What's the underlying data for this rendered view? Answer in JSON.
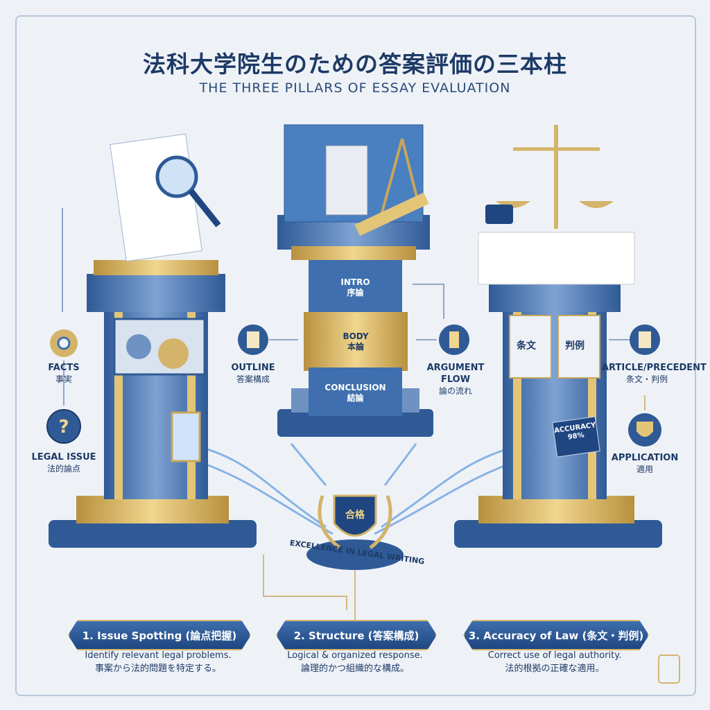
{
  "title": "法科大学院生のための答案評価の三本柱",
  "subtitle": "THE THREE PILLARS OF ESSAY EVALUATION",
  "left_flow": [
    {
      "label": "FACTS",
      "jp": "事実",
      "icon": "gear-icon"
    },
    {
      "label": "LEGAL ISSUE",
      "jp": "法的論点",
      "icon": "question-icon"
    }
  ],
  "center_flow": [
    {
      "label": "OUTLINE",
      "jp": "答案構成",
      "icon": "document-icon"
    },
    {
      "label": "ARGUMENT FLOW",
      "jp": "論の流れ",
      "icon": "pillar-icon"
    }
  ],
  "right_flow": [
    {
      "label": "ARTICLE/PRECEDENT",
      "jp": "条文・判例",
      "icon": "document-icon"
    },
    {
      "label": "APPLICATION",
      "jp": "適用",
      "icon": "shield-icon"
    }
  ],
  "structure_blocks": [
    {
      "en": "INTRO",
      "jp": "序論"
    },
    {
      "en": "BODY",
      "jp": "本論"
    },
    {
      "en": "CONCLUSION",
      "jp": "結論"
    }
  ],
  "right_pillar_plates": [
    "条文",
    "判例"
  ],
  "accuracy": {
    "label": "ACCURACY",
    "value": "98%"
  },
  "center_badge": "合格",
  "ribbon_text": "EXCELLENCE IN LEGAL WRITING",
  "pillars": [
    {
      "title": "1. Issue Spotting (論点把握)",
      "desc_en": "Identify relevant legal problems.",
      "desc_jp": "事案から法的問題を特定する。"
    },
    {
      "title": "2. Structure (答案構成)",
      "desc_en": "Logical & organized response.",
      "desc_jp": "論理的かつ組織的な構成。"
    },
    {
      "title": "3. Accuracy of Law (条文・判例)",
      "desc_en": "Correct use of legal authority.",
      "desc_jp": "法的根拠の正確な適用。"
    }
  ],
  "colors": {
    "navy": "#1d3a66",
    "blue": "#3f6fae",
    "gold": "#d4b46a",
    "bg": "#eef2f7"
  }
}
